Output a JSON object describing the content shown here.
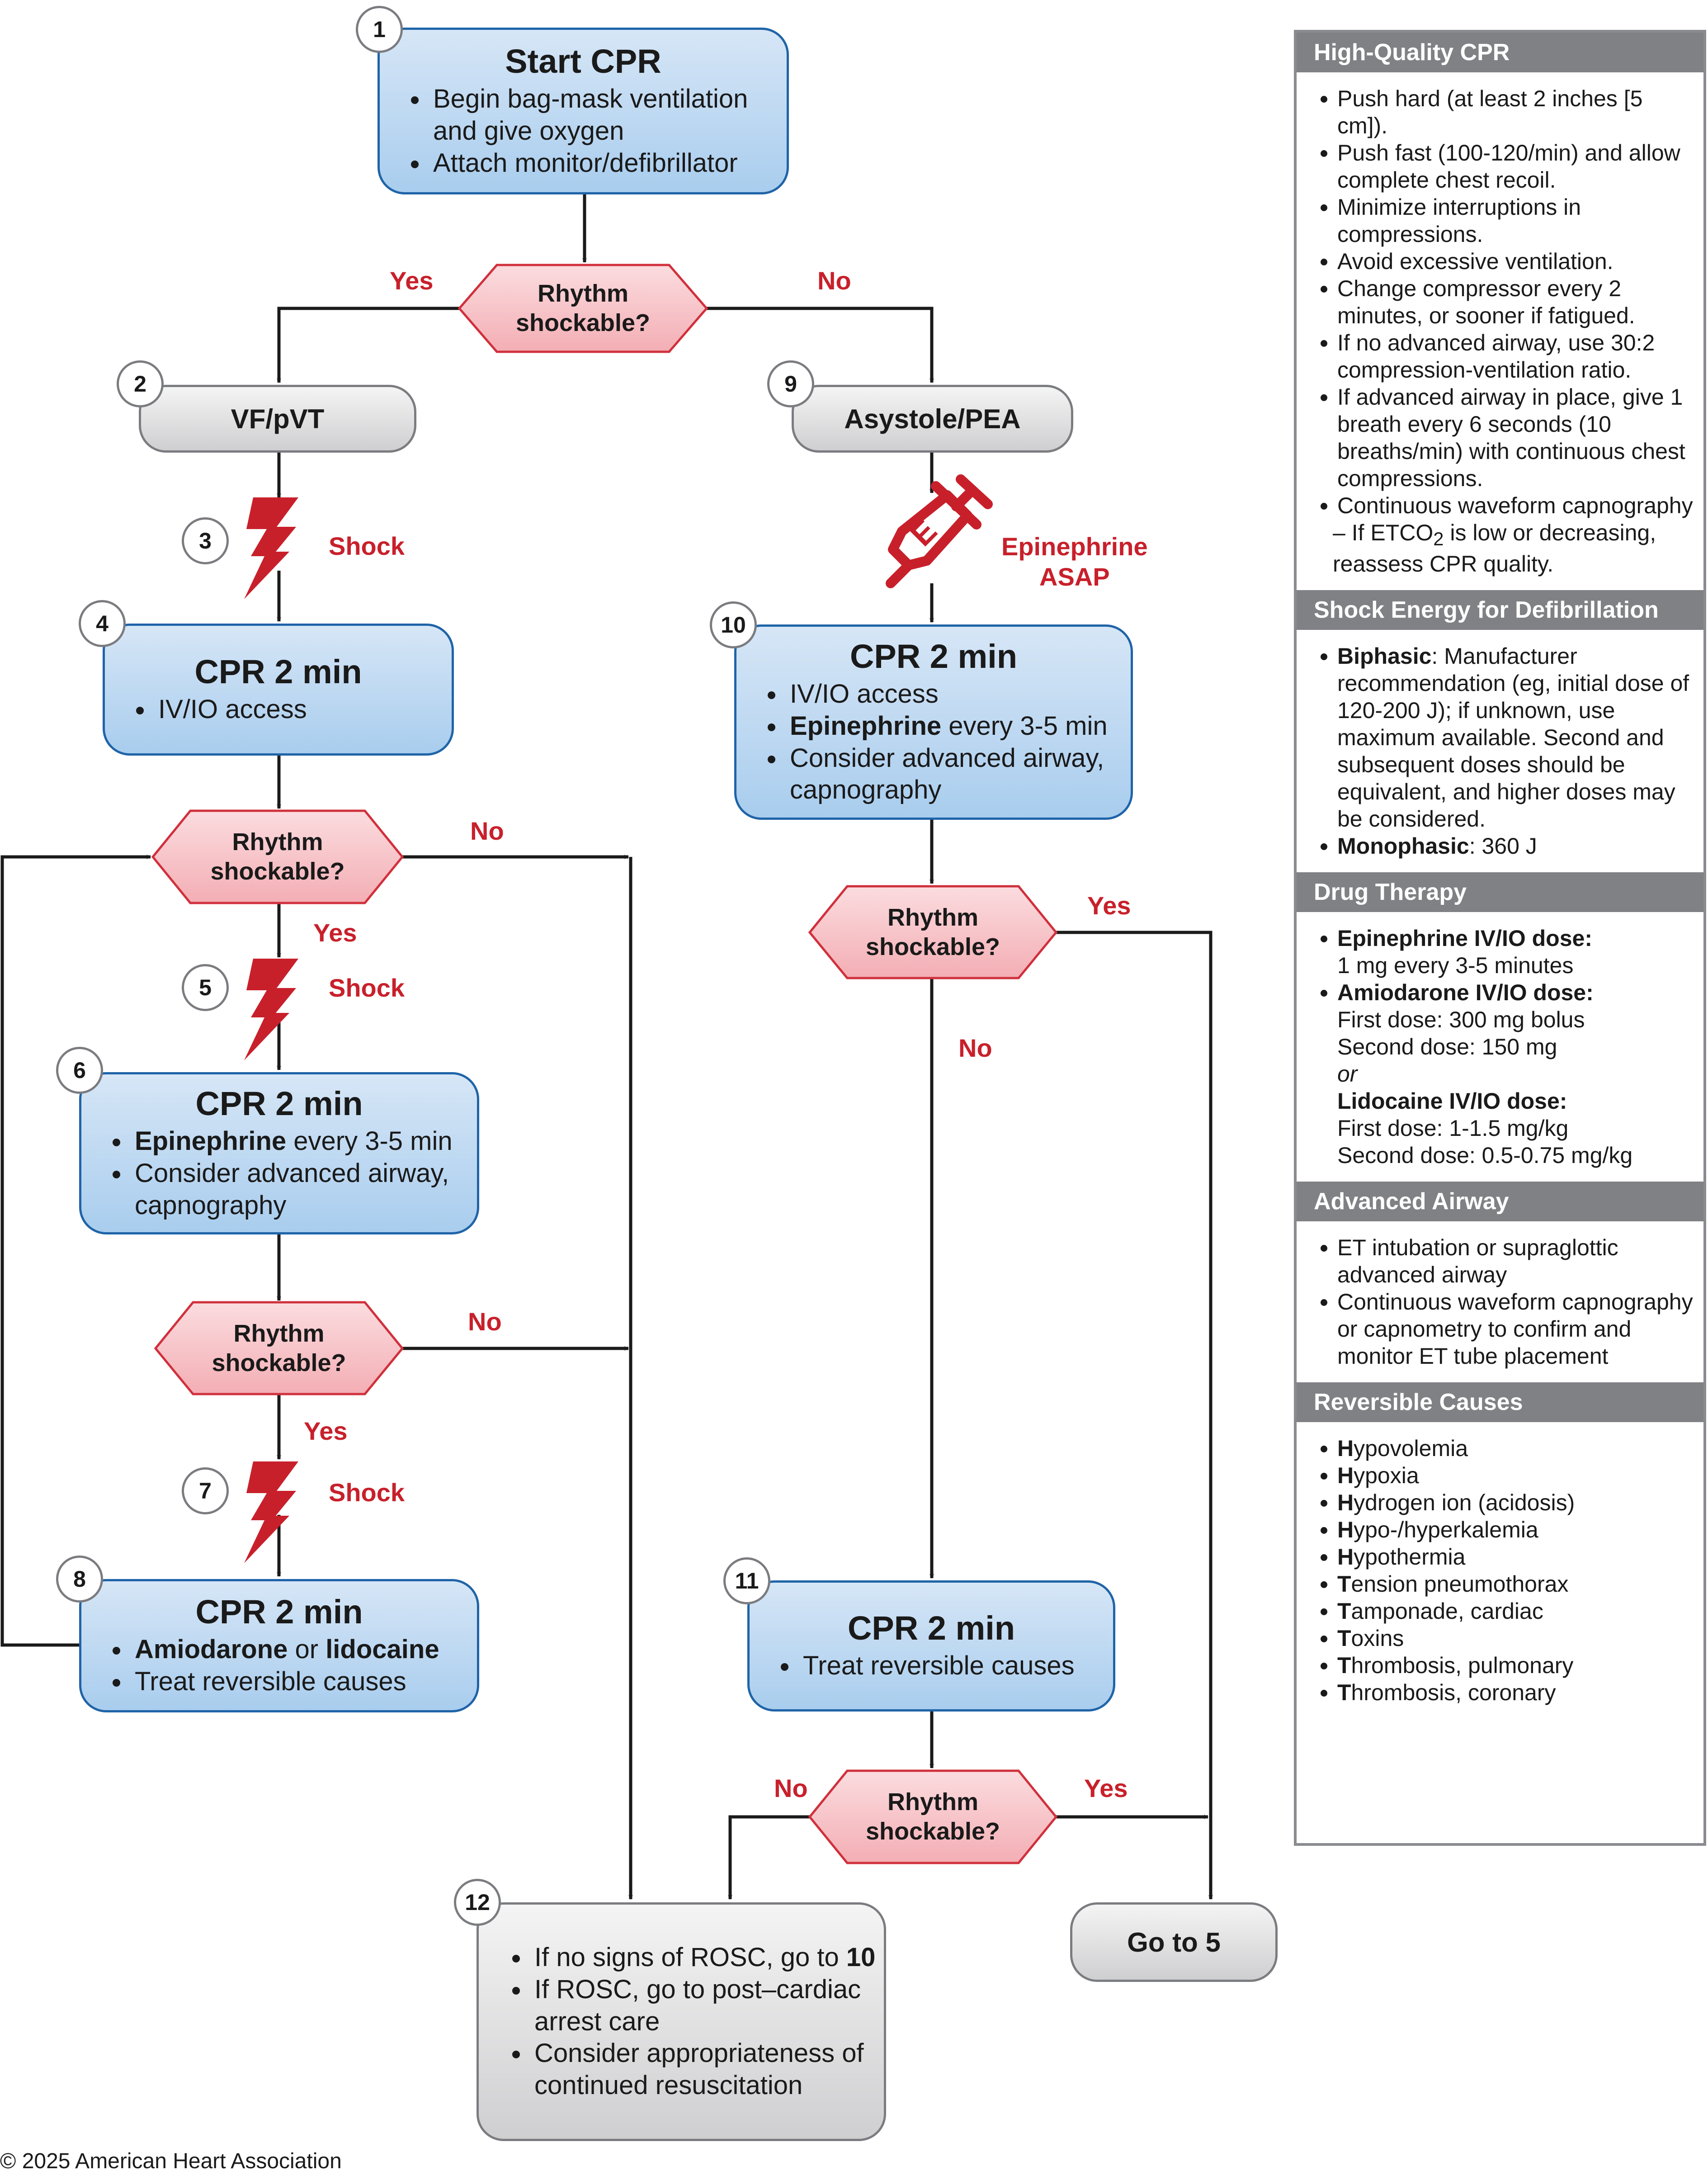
{
  "flow": {
    "n1": {
      "step": "1",
      "title": "Start CPR",
      "bullets": [
        "Begin bag-mask ventilation and give oxygen",
        "Attach monitor/defibrillator"
      ]
    },
    "n2": {
      "step": "2",
      "title": "VF/pVT"
    },
    "n3": {
      "step": "3",
      "label": "Shock"
    },
    "n4": {
      "step": "4",
      "title": "CPR 2 min",
      "bullets": [
        "IV/IO access"
      ]
    },
    "n5": {
      "step": "5",
      "label": "Shock"
    },
    "n6": {
      "step": "6",
      "title": "CPR 2 min",
      "b1_bold": "Epinephrine",
      "b1_rest": " every 3-5 min",
      "b2": "Consider advanced airway, capnography"
    },
    "n7": {
      "step": "7",
      "label": "Shock"
    },
    "n8": {
      "step": "8",
      "title": "CPR 2 min",
      "b1_bold_a": "Amiodarone",
      "b1_mid": " or ",
      "b1_bold_b": "lidocaine",
      "b2": "Treat reversible causes"
    },
    "n9": {
      "step": "9",
      "title": "Asystole/PEA"
    },
    "syringe": {
      "label_line1": "Epinephrine",
      "label_line2": "ASAP"
    },
    "n10": {
      "step": "10",
      "title": "CPR 2 min",
      "b1": "IV/IO access",
      "b2_bold": "Epinephrine",
      "b2_rest": " every 3-5 min",
      "b3": "Consider advanced airway, capnography"
    },
    "n11": {
      "step": "11",
      "title": "CPR 2 min",
      "bullets": [
        "Treat reversible causes"
      ]
    },
    "n12": {
      "step": "12",
      "b1_text": "If no signs of ROSC, go to ",
      "b1_bold": "10",
      "b2": "If ROSC, go to post–cardiac arrest care",
      "b3": "Consider appropriateness of continued resuscitation"
    },
    "goto": {
      "title": "Go to 5"
    },
    "decision": {
      "line1": "Rhythm",
      "line2": "shockable?"
    },
    "yes": "Yes",
    "no": "No"
  },
  "sidebar": {
    "hq": {
      "title": "High-Quality CPR",
      "items": [
        "Push hard (at least 2 inches [5 cm]).",
        "Push fast (100-120/min) and allow complete chest recoil.",
        "Minimize interruptions in compressions.",
        "Avoid excessive ventilation.",
        "Change compressor every 2 minutes, or sooner if fatigued.",
        "If no advanced airway, use 30:2 compression-ventilation ratio.",
        "If advanced airway in place, give 1 breath every 6 seconds (10 breaths/min) with continuous chest compressions.",
        "Continuous waveform capnography"
      ],
      "sub_pre": "If ETCO",
      "sub_subscript": "2",
      "sub_post": " is low or decreasing, reassess CPR quality."
    },
    "shock": {
      "title": "Shock Energy for Defibrillation",
      "bi_bold": "Biphasic",
      "bi_text": ": Manufacturer recommendation (eg, initial dose of 120-200 J); if unknown, use maximum available. Second and subsequent doses should be equivalent, and higher doses may be considered.",
      "mono_bold": "Monophasic",
      "mono_text": ": 360 J"
    },
    "drug": {
      "title": "Drug Therapy",
      "epi_bold": "Epinephrine IV/IO dose:",
      "epi_text": "1 mg every 3-5 minutes",
      "amio_bold": "Amiodarone IV/IO dose:",
      "amio_1": "First dose: 300 mg bolus",
      "amio_2": "Second dose: 150 mg",
      "or": "or",
      "lido_bold": "Lidocaine IV/IO dose:",
      "lido_1": "First dose: 1-1.5 mg/kg",
      "lido_2": "Second dose: 0.5-0.75 mg/kg"
    },
    "airway": {
      "title": "Advanced Airway",
      "items": [
        "ET intubation or supraglottic advanced airway",
        "Continuous waveform capnography or capnometry to confirm and monitor ET tube placement"
      ]
    },
    "causes": {
      "title": "Reversible Causes",
      "items": [
        {
          "initial": "H",
          "rest": "ypovolemia"
        },
        {
          "initial": "H",
          "rest": "ypoxia"
        },
        {
          "initial": "H",
          "rest": "ydrogen ion (acidosis)"
        },
        {
          "initial": "H",
          "rest": "ypo-/hyperkalemia"
        },
        {
          "initial": "H",
          "rest": "ypothermia"
        },
        {
          "initial": "T",
          "rest": "ension pneumothorax"
        },
        {
          "initial": "T",
          "rest": "amponade, cardiac"
        },
        {
          "initial": "T",
          "rest": "oxins"
        },
        {
          "initial": "T",
          "rest": "hrombosis, pulmonary"
        },
        {
          "initial": "T",
          "rest": "hrombosis, coronary"
        }
      ]
    }
  },
  "footer": {
    "copyright": "© 2025 American Heart Association"
  },
  "colors": {
    "red": "#c8202b",
    "blue_border": "#1f64a8",
    "gray_header": "#808185"
  }
}
